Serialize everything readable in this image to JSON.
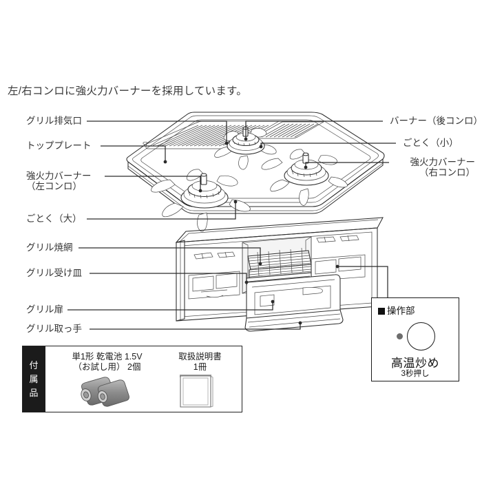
{
  "heading": "左/右コンロに強火力バーナーを採用しています。",
  "labels_left": [
    {
      "name": "grill-exhaust-port",
      "text": "グリル排気口",
      "sub": ""
    },
    {
      "name": "top-plate",
      "text": "トッププレート",
      "sub": ""
    },
    {
      "name": "high-power-burner-left",
      "text": "強火力バーナー",
      "sub": "（左コンロ）"
    },
    {
      "name": "trivet-large",
      "text": "ごとく（大）",
      "sub": ""
    },
    {
      "name": "grill-grate",
      "text": "グリル焼網",
      "sub": ""
    },
    {
      "name": "grill-drip-tray",
      "text": "グリル受け皿",
      "sub": ""
    },
    {
      "name": "grill-door",
      "text": "グリル扉",
      "sub": ""
    },
    {
      "name": "grill-handle",
      "text": "グリル取っ手",
      "sub": ""
    }
  ],
  "labels_right": [
    {
      "name": "burner-rear",
      "text": "バーナー（後コンロ）",
      "sub": ""
    },
    {
      "name": "trivet-small",
      "text": "ごとく（小）",
      "sub": ""
    },
    {
      "name": "high-power-burner-right",
      "text": "強火力バーナー",
      "sub": "（右コンロ）"
    }
  ],
  "accessories": {
    "tab_chars": [
      "付",
      "属",
      "品"
    ],
    "items": [
      {
        "name": "batteries",
        "line1": "単1形 乾電池 1.5V",
        "line2": "（お試し用） 2個"
      },
      {
        "name": "manual",
        "line1": "取扱説明書",
        "line2": "1冊"
      }
    ]
  },
  "control_panel": {
    "title": "操作部",
    "main_label": "高温炒め",
    "sub_label": "3秒押し"
  },
  "colors": {
    "line": "#2b2b2b",
    "accent_black": "#1b1b1b",
    "dot_gray": "#6d6d6d",
    "battery_gray": "#8e8e8e"
  }
}
